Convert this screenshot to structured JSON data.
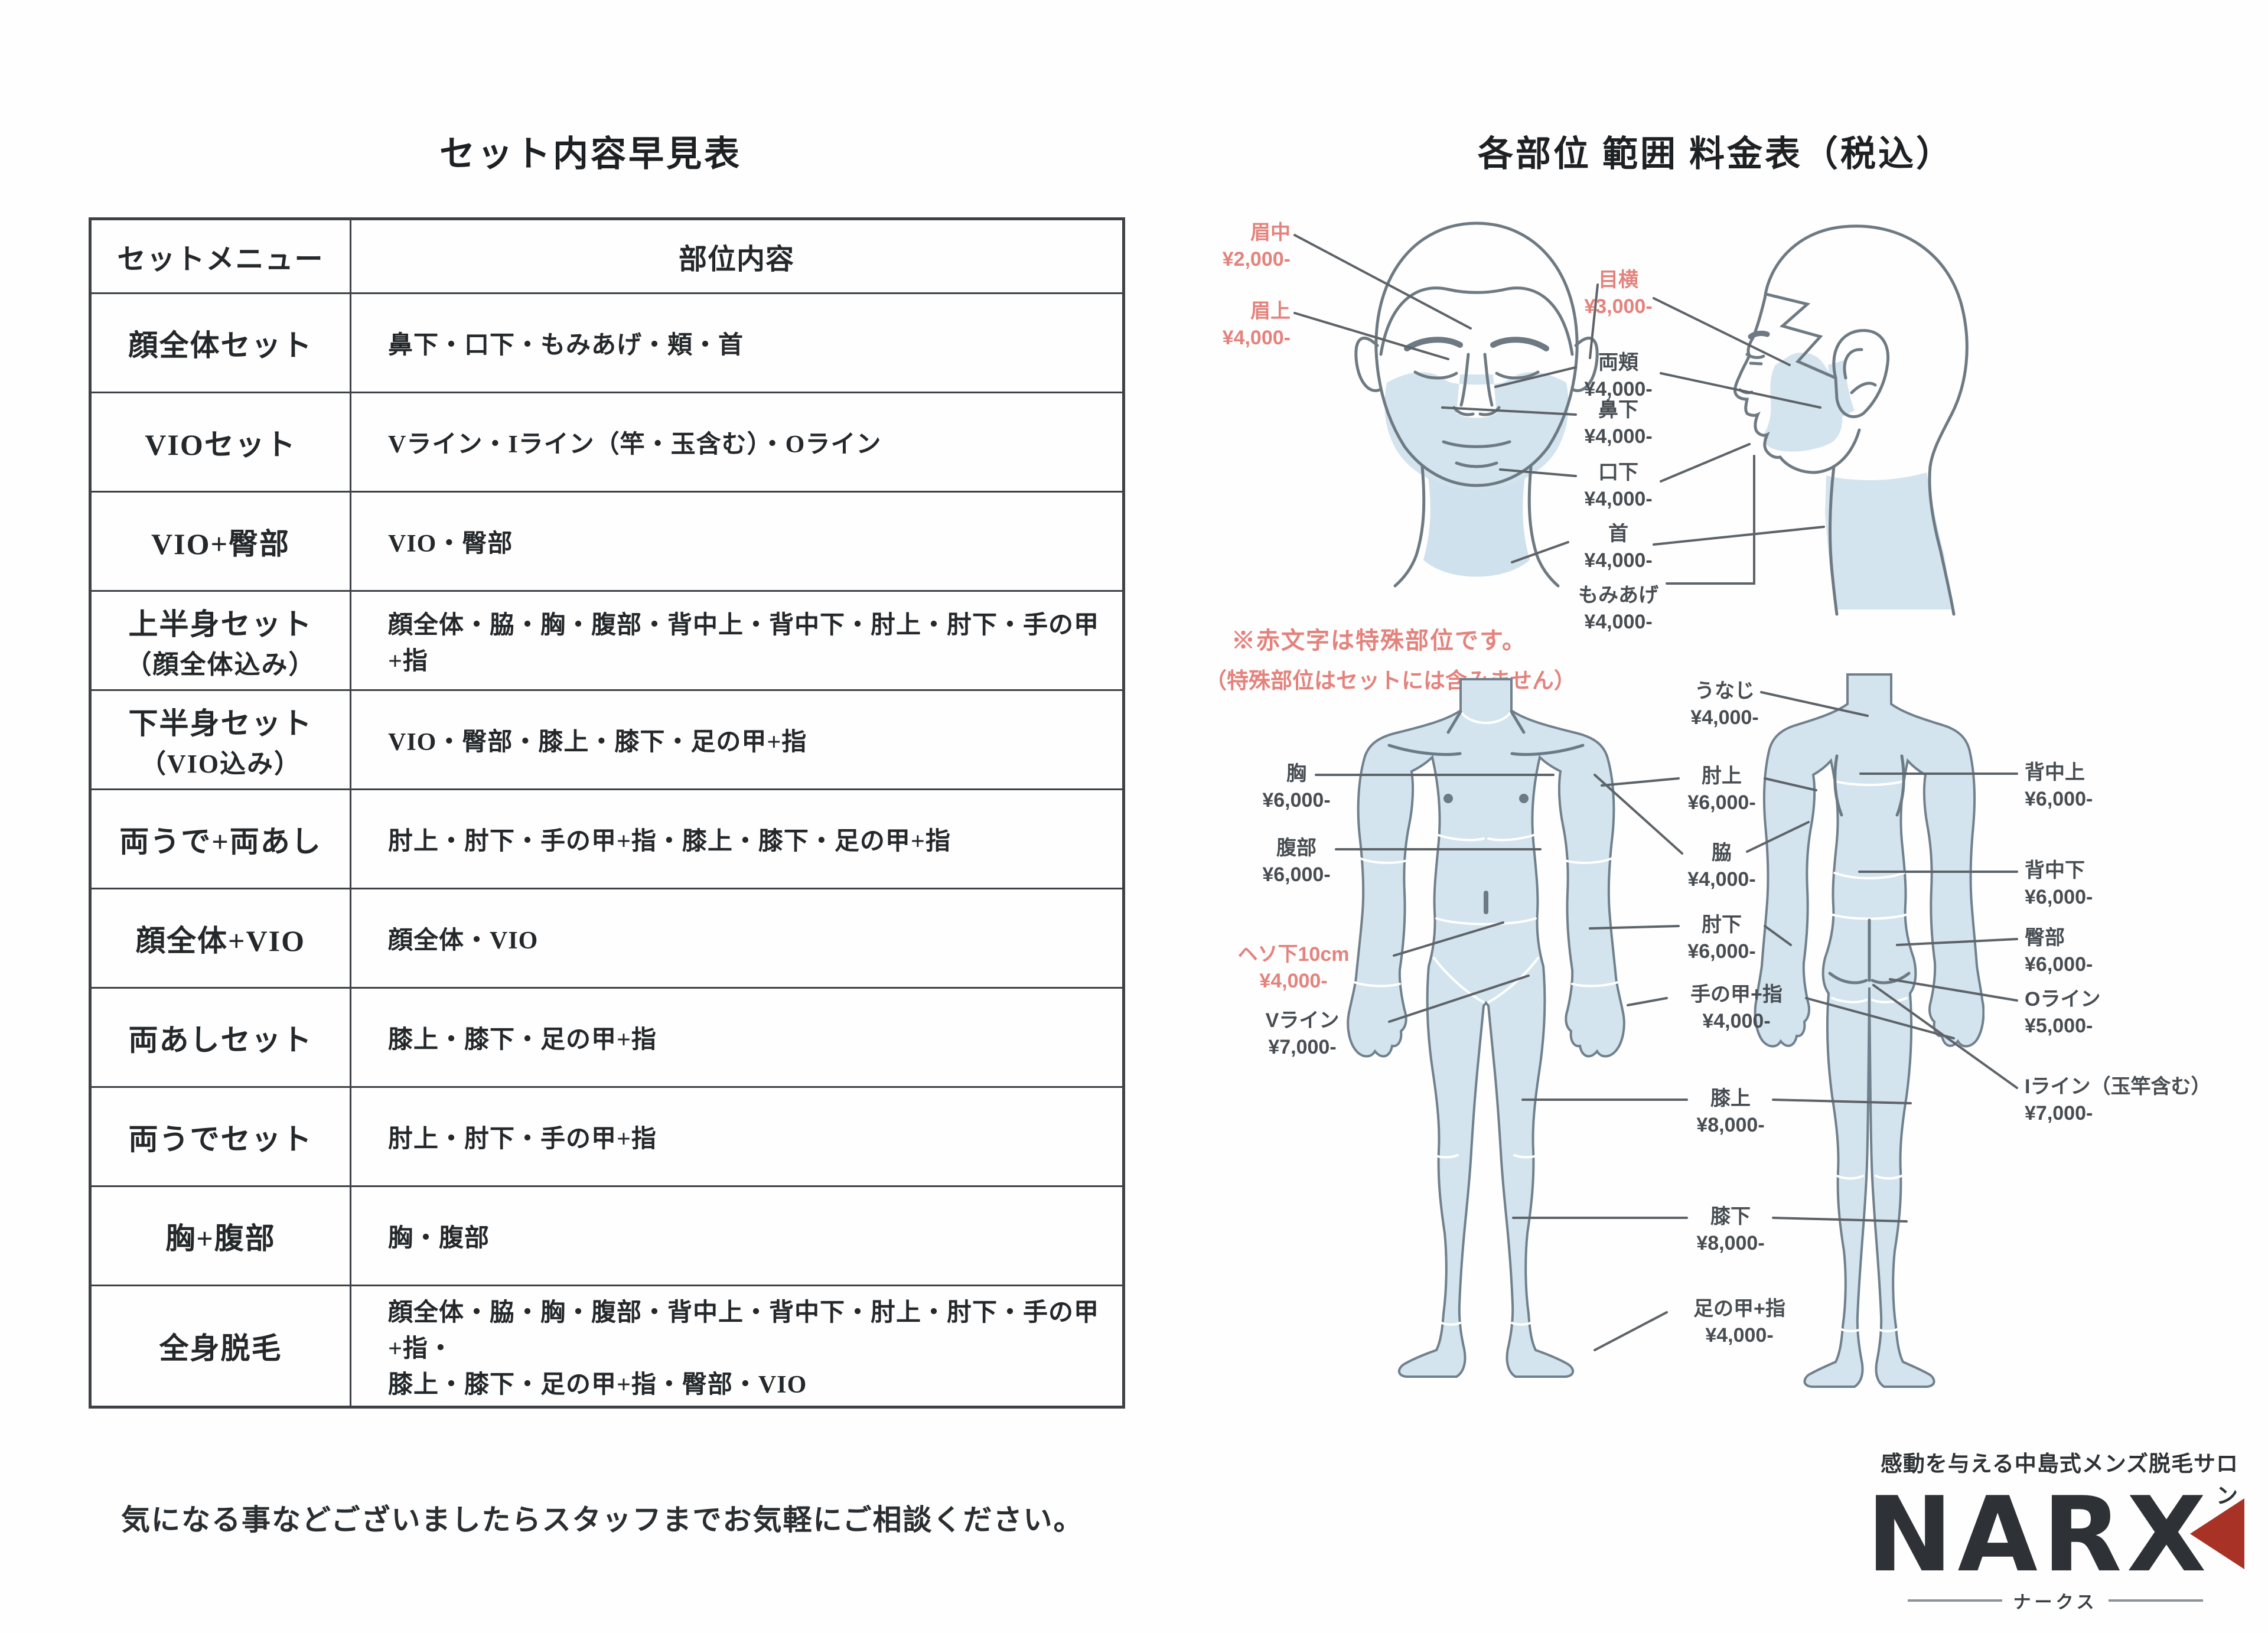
{
  "left_panel": {
    "title": "セット内容早見表",
    "table": {
      "header": {
        "menu": "セットメニュー",
        "content": "部位内容"
      },
      "rows": [
        {
          "menu": "顔全体セット",
          "menu_sub": "",
          "content": "鼻下・口下・もみあげ・頬・首",
          "content_sub": ""
        },
        {
          "menu": "VIOセット",
          "menu_sub": "",
          "content": "Vライン・Iライン（竿・玉含む）・Oライン",
          "content_sub": ""
        },
        {
          "menu": "VIO+臀部",
          "menu_sub": "",
          "content": "VIO・臀部",
          "content_sub": ""
        },
        {
          "menu": "上半身セット",
          "menu_sub": "（顔全体込み）",
          "content": "顔全体・脇・胸・腹部・背中上・背中下・肘上・肘下・手の甲+指",
          "content_sub": ""
        },
        {
          "menu": "下半身セット",
          "menu_sub": "（VIO込み）",
          "content": "VIO・臀部・膝上・膝下・足の甲+指",
          "content_sub": ""
        },
        {
          "menu": "両うで+両あし",
          "menu_sub": "",
          "content": "肘上・肘下・手の甲+指・膝上・膝下・足の甲+指",
          "content_sub": ""
        },
        {
          "menu": "顔全体+VIO",
          "menu_sub": "",
          "content": "顔全体・VIO",
          "content_sub": ""
        },
        {
          "menu": "両あしセット",
          "menu_sub": "",
          "content": "膝上・膝下・足の甲+指",
          "content_sub": ""
        },
        {
          "menu": "両うでセット",
          "menu_sub": "",
          "content": "肘上・肘下・手の甲+指",
          "content_sub": ""
        },
        {
          "menu": "胸+腹部",
          "menu_sub": "",
          "content": "胸・腹部",
          "content_sub": ""
        },
        {
          "menu": "全身脱毛",
          "menu_sub": "",
          "content": "顔全体・脇・胸・腹部・背中上・背中下・肘上・肘下・手の甲+指・",
          "content_sub": "膝上・膝下・足の甲+指・臀部・VIO"
        }
      ]
    },
    "note": "気になる事などございましたらスタッフまでお気軽にご相談ください。"
  },
  "right_panel": {
    "title": "各部位 範囲 料金表（税込）",
    "special_note_line1": "※赤文字は特殊部位です。",
    "special_note_line2": "（特殊部位はセットには含みません）",
    "face_labels": [
      {
        "name": "眉中",
        "price": "¥2,000-"
      },
      {
        "name": "眉上",
        "price": "¥4,000-"
      },
      {
        "name": "目横",
        "price": "¥3,000-"
      },
      {
        "name": "両頬",
        "price": "¥4,000-"
      },
      {
        "name": "鼻下",
        "price": "¥4,000-"
      },
      {
        "name": "口下",
        "price": "¥4,000-"
      },
      {
        "name": "首",
        "price": "¥4,000-"
      },
      {
        "name": "もみあげ",
        "price": "¥4,000-"
      }
    ],
    "body_labels": [
      {
        "name": "うなじ",
        "price": "¥4,000-"
      },
      {
        "name": "胸",
        "price": "¥6,000-"
      },
      {
        "name": "肘上",
        "price": "¥6,000-"
      },
      {
        "name": "脇",
        "price": "¥4,000-"
      },
      {
        "name": "腹部",
        "price": "¥6,000-"
      },
      {
        "name": "肘下",
        "price": "¥6,000-"
      },
      {
        "name": "ヘソ下10cm",
        "price": "¥4,000-"
      },
      {
        "name": "手の甲+指",
        "price": "¥4,000-"
      },
      {
        "name": "Vライン",
        "price": "¥7,000-"
      },
      {
        "name": "膝上",
        "price": "¥8,000-"
      },
      {
        "name": "膝下",
        "price": "¥8,000-"
      },
      {
        "name": "足の甲+指",
        "price": "¥4,000-"
      }
    ],
    "back_labels": [
      {
        "name": "背中上",
        "price": "¥6,000-"
      },
      {
        "name": "背中下",
        "price": "¥6,000-"
      },
      {
        "name": "臀部",
        "price": "¥6,000-"
      },
      {
        "name": "Oライン",
        "price": "¥5,000-"
      },
      {
        "name": "Iライン（玉竿含む）",
        "price": "¥7,000-"
      }
    ],
    "logo": {
      "tagline": "感動を与える中島式メンズ脱毛サロン",
      "brand": "NARX",
      "furigana": "ナークス"
    }
  },
  "colors": {
    "skin_fill": "#d3e4ee",
    "outline": "#6e7a83",
    "accent_red": "#e4827c",
    "logo_red": "#a93226",
    "text": "#3c4246"
  }
}
